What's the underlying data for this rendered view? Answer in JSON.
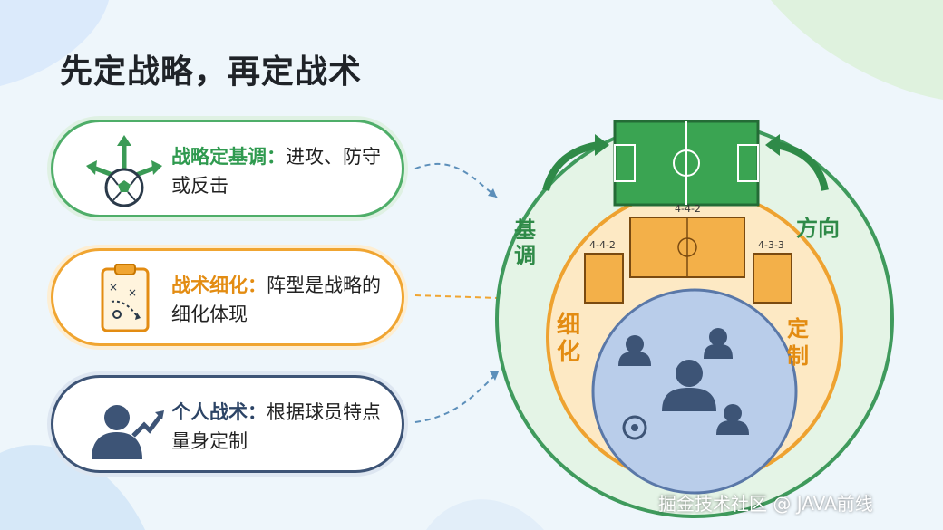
{
  "title": "先定战略，再定战术",
  "cards": [
    {
      "head": "战略定基调：",
      "body": "进攻、防守或反击",
      "icon": "soccer-ball-arrows-icon"
    },
    {
      "head": "战术细化：",
      "body": "阵型是战略的细化体现",
      "icon": "tactics-clipboard-icon"
    },
    {
      "head": "个人战术：",
      "body": "根据球员特点量身定制",
      "icon": "player-growth-icon"
    }
  ],
  "diagram": {
    "outer_left": "基调",
    "outer_right": "方向",
    "middle_left": "细化",
    "middle_right": "定制",
    "formations": [
      "4-4-2",
      "4-4-2",
      "4-3-3"
    ]
  },
  "colors": {
    "green": "#4fae69",
    "orange": "#f0a531",
    "navy": "#3d5476",
    "blue_inner": "#b9cdea"
  },
  "watermark": "掘金技术社区 @ JAVA前线"
}
